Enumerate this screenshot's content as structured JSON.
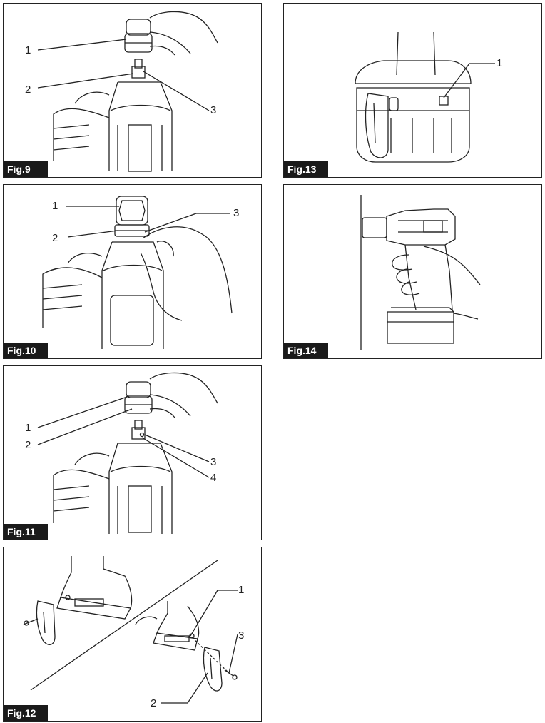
{
  "figures": {
    "fig9": {
      "tag": "Fig.9",
      "callouts": [
        "1",
        "2",
        "3"
      ]
    },
    "fig10": {
      "tag": "Fig.10",
      "callouts": [
        "1",
        "2",
        "3"
      ]
    },
    "fig11": {
      "tag": "Fig.11",
      "callouts": [
        "1",
        "2",
        "3",
        "4"
      ]
    },
    "fig12": {
      "tag": "Fig.12",
      "callouts": [
        "1",
        "2",
        "3"
      ]
    },
    "fig13": {
      "tag": "Fig.13",
      "callouts": [
        "1"
      ]
    },
    "fig14": {
      "tag": "Fig.14",
      "callouts": []
    }
  },
  "colors": {
    "line": "#222222",
    "tag_bg": "#1a1a1a",
    "tag_text": "#ffffff"
  }
}
